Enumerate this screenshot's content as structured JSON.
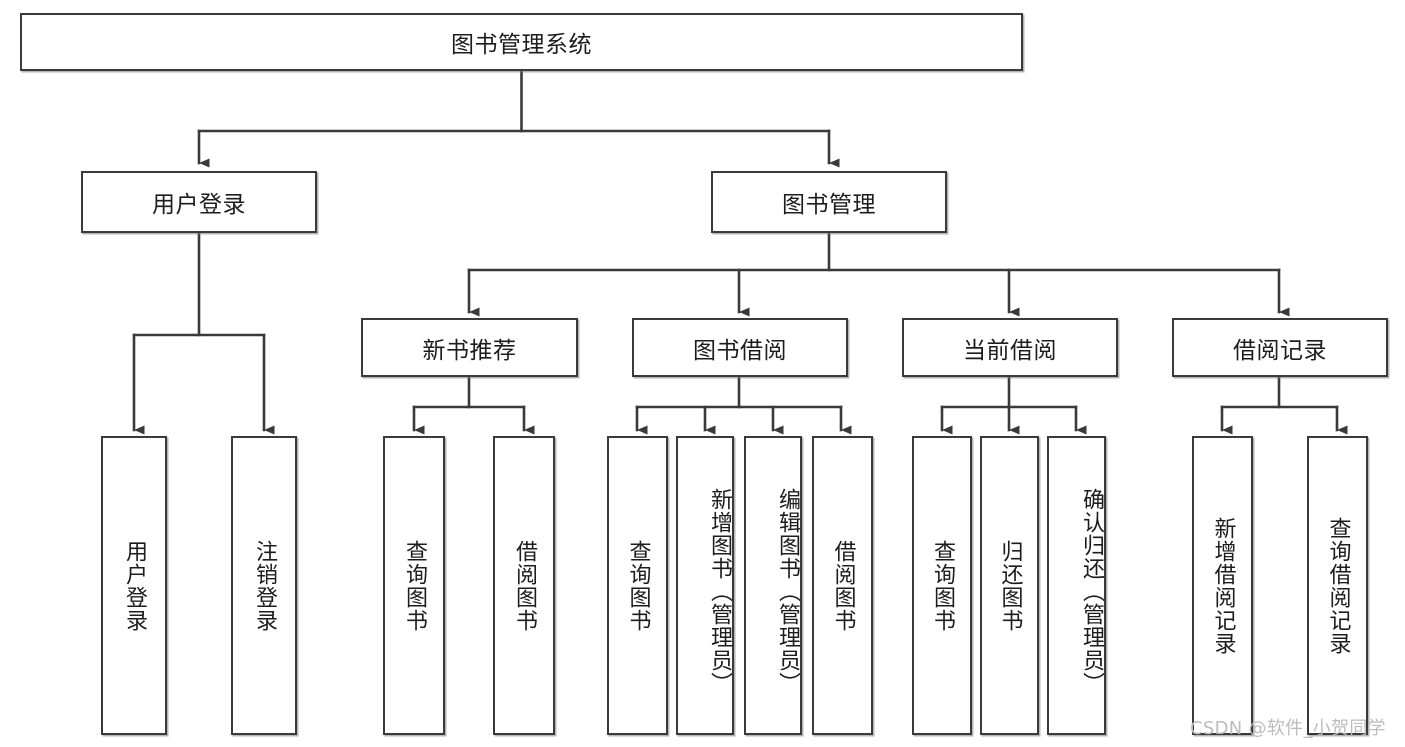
{
  "diagram": {
    "type": "tree-hierarchy-chart",
    "title": "图书管理系统",
    "orientation": "top-down",
    "colors": {
      "box_border": "#3a3a3a",
      "box_fill": "#ffffff",
      "connector": "#3a3a3a",
      "text": "#1d1d1d",
      "watermark": "#bcbcbc",
      "background": "#ffffff"
    },
    "levels": [
      {
        "level": 0,
        "nodes": [
          {
            "id": "root",
            "label": "图书管理系统",
            "orientation": "horizontal"
          }
        ]
      },
      {
        "level": 1,
        "nodes": [
          {
            "id": "user-login",
            "label": "用户登录",
            "orientation": "horizontal",
            "parent": "root"
          },
          {
            "id": "book-manage",
            "label": "图书管理",
            "orientation": "horizontal",
            "parent": "root"
          }
        ]
      },
      {
        "level": 2,
        "nodes": [
          {
            "id": "new-book-recommend",
            "label": "新书推荐",
            "orientation": "horizontal",
            "parent": "book-manage"
          },
          {
            "id": "book-borrow",
            "label": "图书借阅",
            "orientation": "horizontal",
            "parent": "book-manage"
          },
          {
            "id": "current-borrow",
            "label": "当前借阅",
            "orientation": "horizontal",
            "parent": "book-manage"
          },
          {
            "id": "borrow-record",
            "label": "借阅记录",
            "orientation": "horizontal",
            "parent": "book-manage"
          }
        ]
      },
      {
        "level": 3,
        "nodes": [
          {
            "id": "leaf-user-login",
            "label": "用户登录",
            "orientation": "vertical",
            "parent": "user-login"
          },
          {
            "id": "leaf-logout-login",
            "label": "注销登录",
            "orientation": "vertical",
            "parent": "user-login"
          },
          {
            "id": "leaf-query-book-1",
            "label": "查询图书",
            "orientation": "vertical",
            "parent": "new-book-recommend"
          },
          {
            "id": "leaf-borrow-book-1",
            "label": "借阅图书",
            "orientation": "vertical",
            "parent": "new-book-recommend"
          },
          {
            "id": "leaf-query-book-2",
            "label": "查询图书",
            "orientation": "vertical",
            "parent": "book-borrow"
          },
          {
            "id": "leaf-add-book",
            "label": "新增图书（管理员）",
            "orientation": "vertical",
            "parent": "book-borrow"
          },
          {
            "id": "leaf-edit-book",
            "label": "编辑图书（管理员）",
            "orientation": "vertical",
            "parent": "book-borrow"
          },
          {
            "id": "leaf-borrow-book-2",
            "label": "借阅图书",
            "orientation": "vertical",
            "parent": "book-borrow"
          },
          {
            "id": "leaf-query-book-3",
            "label": "查询图书",
            "orientation": "vertical",
            "parent": "current-borrow"
          },
          {
            "id": "leaf-return-book",
            "label": "归还图书",
            "orientation": "vertical",
            "parent": "current-borrow"
          },
          {
            "id": "leaf-confirm-return",
            "label": "确认归还（管理员）",
            "orientation": "vertical",
            "parent": "current-borrow"
          },
          {
            "id": "leaf-add-record",
            "label": "新增借阅记录",
            "orientation": "vertical",
            "parent": "borrow-record"
          },
          {
            "id": "leaf-query-record",
            "label": "查询借阅记录",
            "orientation": "vertical",
            "parent": "borrow-record"
          }
        ]
      }
    ]
  },
  "watermark": {
    "text": "CSDN @软件_小贺同学"
  }
}
